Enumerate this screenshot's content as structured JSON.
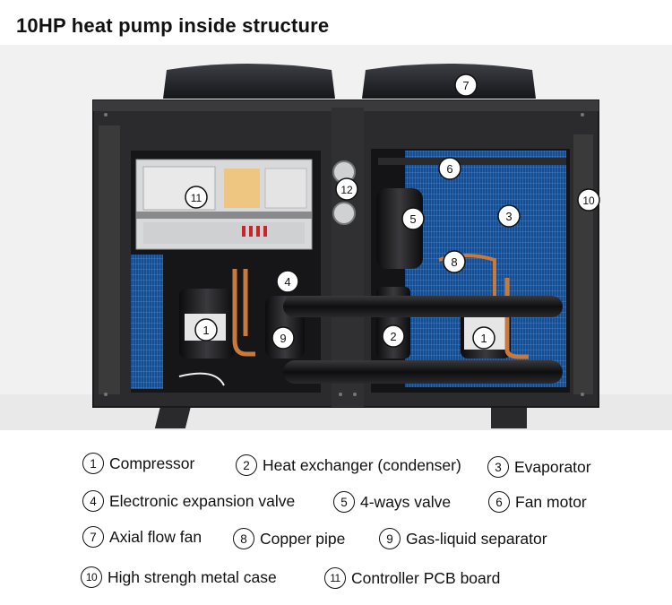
{
  "title": "10HP heat pump inside structure",
  "markers": [
    {
      "id": "m7",
      "num": "7"
    },
    {
      "id": "m6",
      "num": "6"
    },
    {
      "id": "m10",
      "num": "10"
    },
    {
      "id": "m11",
      "num": "11"
    },
    {
      "id": "m12",
      "num": "12"
    },
    {
      "id": "m5",
      "num": "5"
    },
    {
      "id": "m3",
      "num": "3"
    },
    {
      "id": "m8",
      "num": "8"
    },
    {
      "id": "m4",
      "num": "4"
    },
    {
      "id": "m1a",
      "num": "1"
    },
    {
      "id": "m9",
      "num": "9"
    },
    {
      "id": "m2",
      "num": "2"
    },
    {
      "id": "m1b",
      "num": "1"
    }
  ],
  "legend": [
    {
      "num": "1",
      "label": "Compressor"
    },
    {
      "num": "2",
      "label": "Heat exchanger (condenser)"
    },
    {
      "num": "3",
      "label": "Evaporator"
    },
    {
      "num": "4",
      "label": "Electronic expansion valve"
    },
    {
      "num": "5",
      "label": "4-ways valve"
    },
    {
      "num": "6",
      "label": "Fan motor"
    },
    {
      "num": "7",
      "label": "Axial flow fan"
    },
    {
      "num": "8",
      "label": "Copper pipe"
    },
    {
      "num": "9",
      "label": "Gas-liquid separator"
    },
    {
      "num": "10",
      "label": "High strengh metal case"
    },
    {
      "num": "11",
      "label": "Controller PCB board"
    }
  ],
  "colors": {
    "case": "#2b2b2d",
    "fin_blue": "#1f5fa8",
    "copper": "#c77a3c",
    "pipe_insulation": "#1a1a1c",
    "background": "#f3f3f3"
  }
}
